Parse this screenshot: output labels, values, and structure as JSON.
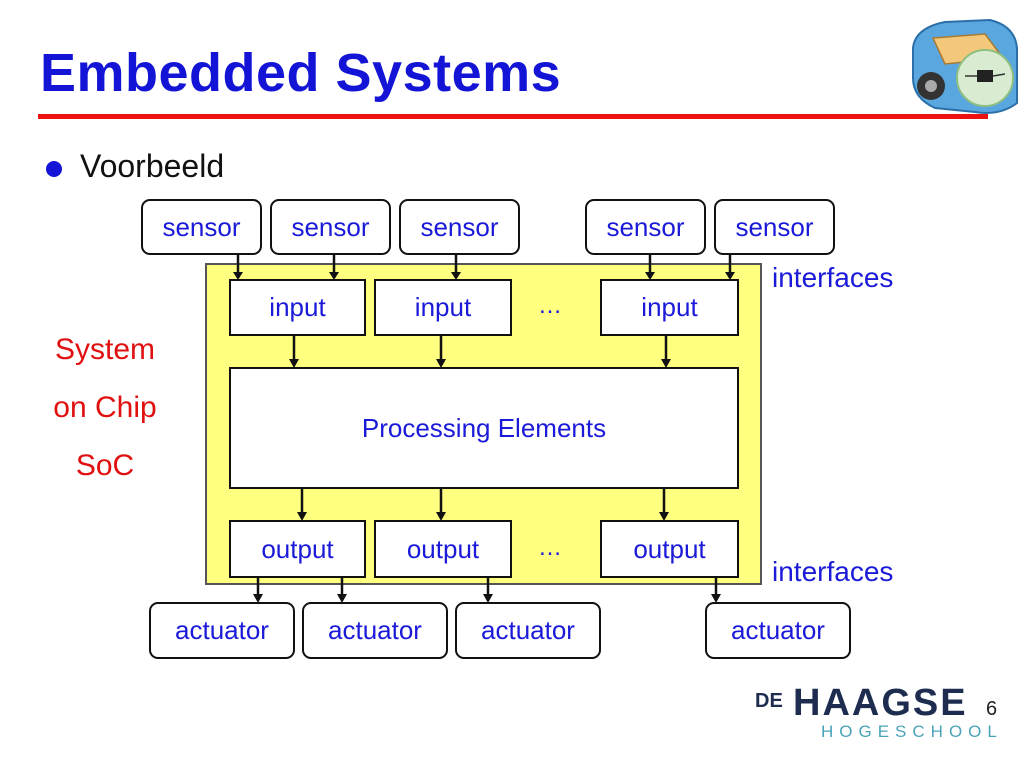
{
  "slide": {
    "title": "Embedded Systems",
    "bullet": "Voorbeeld",
    "page_number": "6"
  },
  "soc_label": [
    "System",
    "on Chip",
    "SoC"
  ],
  "sensors": [
    "sensor",
    "sensor",
    "sensor",
    "sensor",
    "sensor"
  ],
  "inputs": [
    "input",
    "input",
    "input"
  ],
  "input_ellipsis": "…",
  "processing": "Processing Elements",
  "outputs": [
    "output",
    "output",
    "output"
  ],
  "output_ellipsis": "…",
  "actuators": [
    "actuator",
    "actuator",
    "actuator",
    "actuator"
  ],
  "interfaces_top": "interfaces",
  "interfaces_bottom": "interfaces",
  "school": {
    "prefix": "DE",
    "name": "HAAGSE",
    "sub": "HOGESCHOOL"
  },
  "colors": {
    "title": "#1414d6",
    "rule": "#ee1111",
    "chip": "#ffff80",
    "soc_text": "#e01010",
    "diagram_text": "#1a1ad8"
  }
}
